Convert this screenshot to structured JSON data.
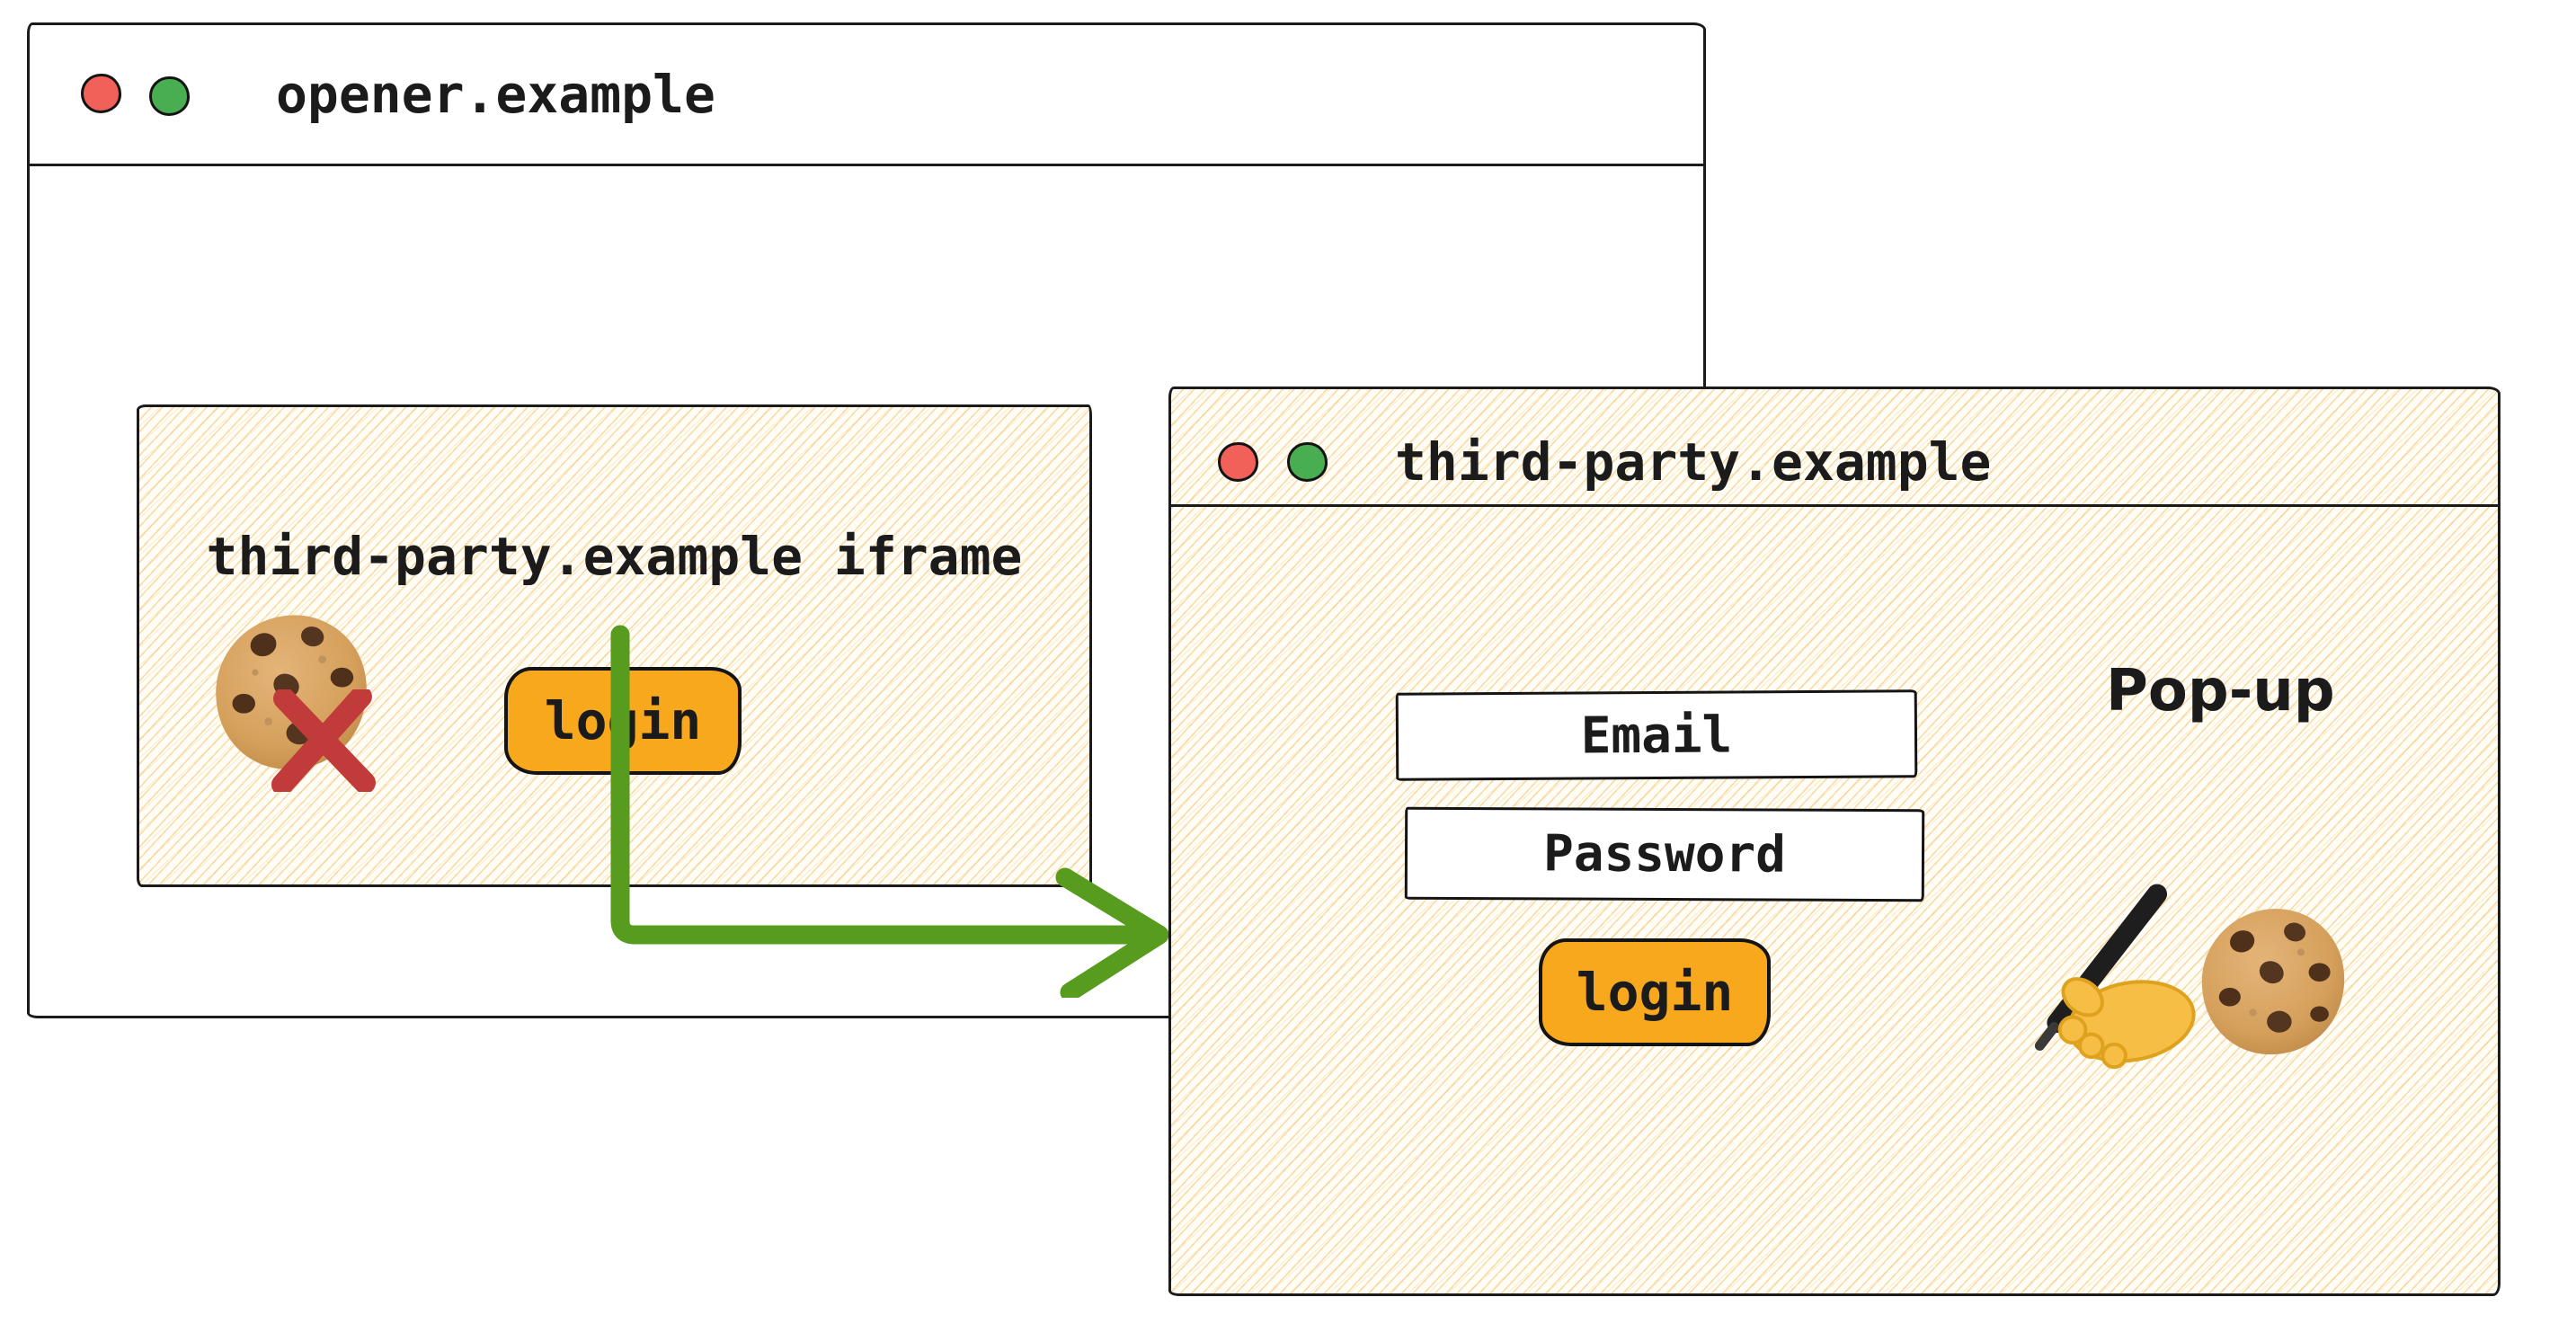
{
  "opener_window": {
    "title": "opener.example",
    "iframe": {
      "label": "third-party.example iframe",
      "login_button_label": "login"
    }
  },
  "popup_window": {
    "title": "third-party.example",
    "popup_label": "Pop-up",
    "email_field_label": "Email",
    "password_field_label": "Password",
    "login_button_label": "login"
  },
  "icons": {
    "window_control_red": "red-circle",
    "window_control_green": "green-circle",
    "blocked_cookie": "chocolate-chip-cookie with red-cross overlay",
    "flow_arrow": "green-elbow-arrow-right",
    "popup_signature": "writing-hand",
    "popup_cookie": "chocolate-chip-cookie"
  },
  "colors": {
    "ink": "#1B1B1B",
    "button_orange": "#F8A81C",
    "arrow_green": "#579B1F",
    "cross_red": "#C23B3B",
    "traffic_red": "#F2605A",
    "traffic_green": "#49AE52",
    "hatch_yellow": "#F0BA5C",
    "window_bg": "#FFFFFF"
  }
}
